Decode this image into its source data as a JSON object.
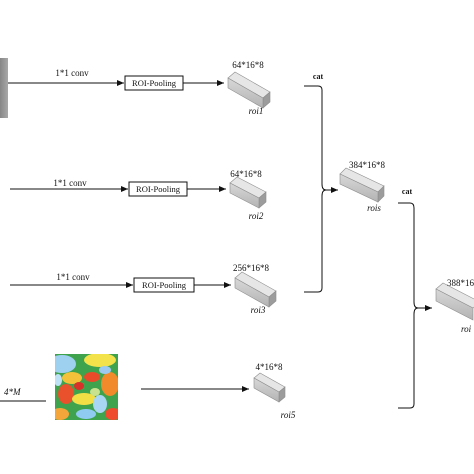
{
  "branches": [
    {
      "conv_label": "1*1 conv",
      "pool_label": "ROI-Pooling",
      "dims": "64*16*8",
      "name": "roi1"
    },
    {
      "conv_label": "1*1 conv",
      "pool_label": "ROI-Pooling",
      "dims": "64*16*8",
      "name": "roi2"
    },
    {
      "conv_label": "1*1 conv",
      "pool_label": "ROI-Pooling",
      "dims": "256*16*8",
      "name": "roi3"
    }
  ],
  "heatmap_branch": {
    "left_label": "4*M",
    "dims": "4*16*8",
    "name": "roi5"
  },
  "merge1": {
    "cat_label": "cat",
    "dims": "384*16*8",
    "name": "rois"
  },
  "merge2": {
    "cat_label": "cat",
    "dims": "388*16",
    "name": "roi"
  },
  "colors": {
    "feature_block": "#c9c9c9",
    "feature_edge": "#8d8d8d",
    "line": "#111111"
  }
}
